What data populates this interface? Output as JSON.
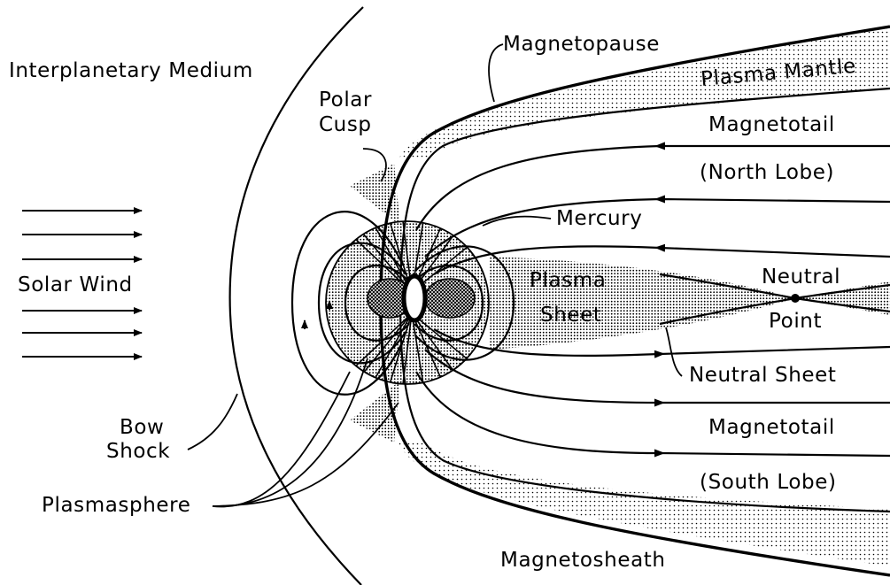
{
  "labels": {
    "interplanetary_medium": "Interplanetary Medium",
    "magnetopause": "Magnetopause",
    "plasma_mantle": "Plasma Mantle",
    "polar_cusp_line1": "Polar",
    "polar_cusp_line2": "Cusp",
    "magnetotail_north_line1": "Magnetotail",
    "magnetotail_north_line2": "(North Lobe)",
    "mercury": "Mercury",
    "solar_wind": "Solar Wind",
    "plasma_sheet_line1": "Plasma",
    "plasma_sheet_line2": "Sheet",
    "neutral_point_line1": "Neutral",
    "neutral_point_line2": "Point",
    "neutral_sheet": "Neutral Sheet",
    "bow_shock_line1": "Bow",
    "bow_shock_line2": "Shock",
    "magnetotail_south_line1": "Magnetotail",
    "magnetotail_south_line2": "(South Lobe)",
    "plasmasphere": "Plasmasphere",
    "magnetosheath": "Magnetosheath"
  },
  "colors": {
    "ink": "#000000",
    "background": "#ffffff"
  }
}
